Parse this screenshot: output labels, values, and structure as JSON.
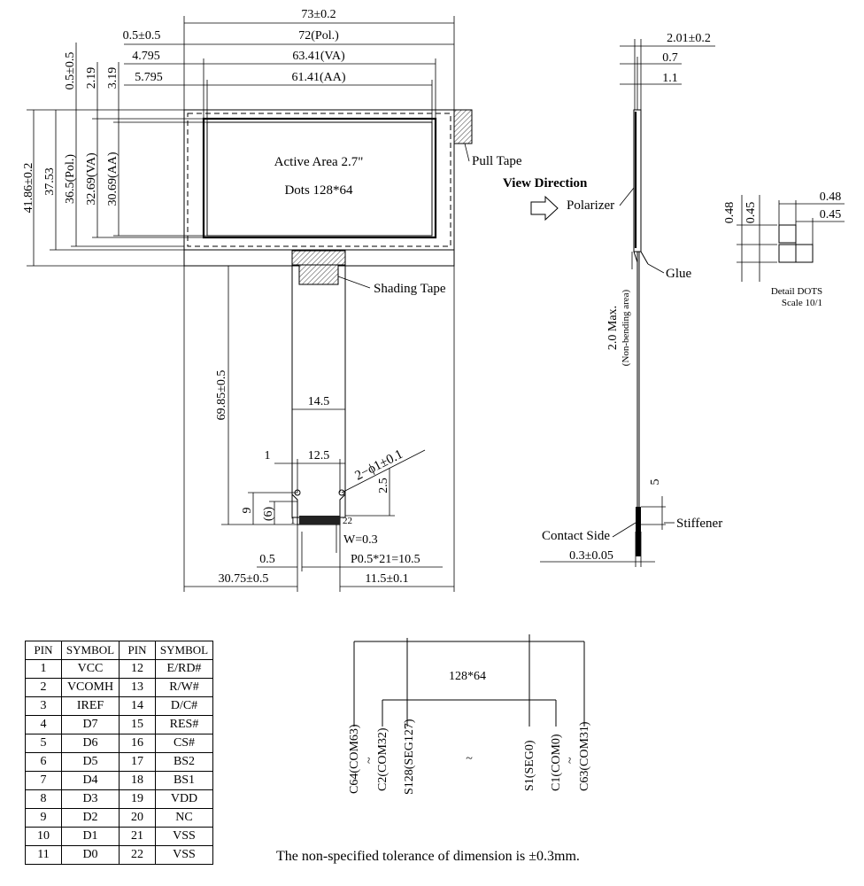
{
  "dimensions": {
    "overall_width": "73±0.2",
    "pol_width": "72(Pol.)",
    "va_width": "63.41(VA)",
    "aa_width": "61.41(AA)",
    "left_offset_pol": "0.5±0.5",
    "left_offset_va": "4.795",
    "left_offset_aa": "5.795",
    "top_offset_pol": "0.5±0.5",
    "top_offset_va": "2.19",
    "top_offset_aa": "3.19",
    "overall_height": "41.86±0.2",
    "pol_height_outer": "37.53",
    "pol_height": "36.5(Pol.)",
    "va_height": "32.69(VA)",
    "aa_height": "30.69(AA)",
    "fpc_length": "69.85±0.5",
    "fpc_width": "14.5",
    "stiffener_width": "12.5",
    "fpc_edge": "1",
    "hole_spec": "2−ϕ1±0.1",
    "hole_offset": "2.5",
    "stiffener_height": "9",
    "stiffener_inner": "(6)",
    "pin_width": "W=0.3",
    "pin_offset": "0.5",
    "pin_pitch": "P0.5*21=10.5",
    "fpc_left_offset": "30.75±0.5",
    "fpc_right": "11.5±0.1",
    "pin_first": "1",
    "pin_last": "22"
  },
  "front_view": {
    "active_area": "Active Area 2.7\"",
    "dots": "Dots 128*64",
    "pull_tape": "Pull Tape",
    "shading_tape": "Shading Tape"
  },
  "side_view": {
    "total_thickness": "2.01±0.2",
    "thickness_a": "0.7",
    "thickness_b": "1.1",
    "view_direction": "View Direction",
    "polarizer": "Polarizer",
    "glue": "Glue",
    "bend_max": "2.0 Max.",
    "non_bending": "(Non-bending area)",
    "stiffener_len": "5",
    "stiffener": "Stiffener",
    "contact_side": "Contact Side",
    "fpc_thickness": "0.3±0.05"
  },
  "detail_dots": {
    "pitch_v1": "0.48",
    "pitch_v2": "0.45",
    "pitch_h1": "0.48",
    "pitch_h2": "0.45",
    "title": "Detail DOTS",
    "scale": "Scale 10/1"
  },
  "pin_table": {
    "headers": [
      "PIN",
      "SYMBOL",
      "PIN",
      "SYMBOL"
    ],
    "rows": [
      [
        "1",
        "VCC",
        "12",
        "E/RD#"
      ],
      [
        "2",
        "VCOMH",
        "13",
        "R/W#"
      ],
      [
        "3",
        "IREF",
        "14",
        "D/C#"
      ],
      [
        "4",
        "D7",
        "15",
        "RES#"
      ],
      [
        "5",
        "D6",
        "16",
        "CS#"
      ],
      [
        "6",
        "D5",
        "17",
        "BS2"
      ],
      [
        "7",
        "D4",
        "18",
        "BS1"
      ],
      [
        "8",
        "D3",
        "19",
        "VDD"
      ],
      [
        "9",
        "D2",
        "20",
        "NC"
      ],
      [
        "10",
        "D1",
        "21",
        "VSS"
      ],
      [
        "11",
        "D0",
        "22",
        "VSS"
      ]
    ]
  },
  "matrix": {
    "label": "128*64",
    "tilde": "~",
    "left_labels": [
      "C64(COM63)",
      "~",
      "C2(COM32)",
      "S128(SEG127)"
    ],
    "right_labels": [
      "S1(SEG0)",
      "C1(COM0)",
      "~",
      "C63(COM31)"
    ]
  },
  "footnote": "The non-specified tolerance of dimension is ±0.3mm."
}
